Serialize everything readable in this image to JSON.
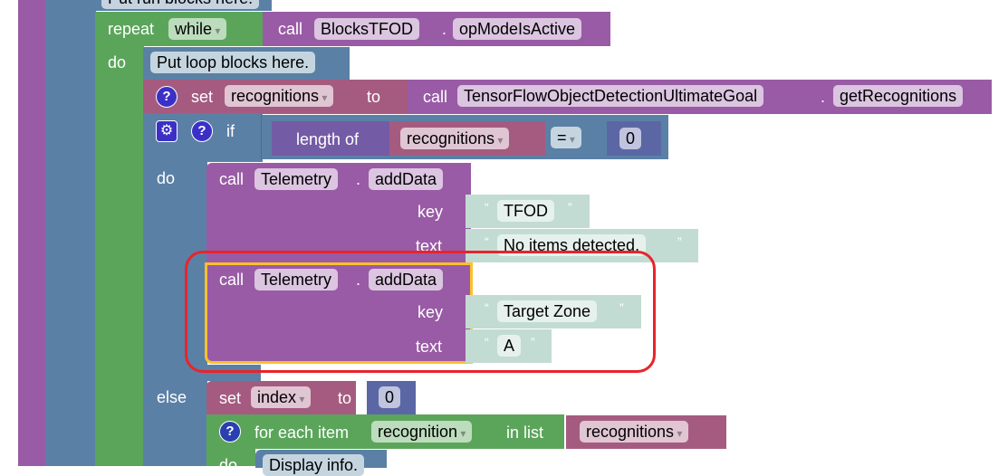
{
  "blocks": {
    "run_comment": "Put run blocks here.",
    "repeat": {
      "label": "repeat",
      "mode": "while",
      "do": "do"
    },
    "op_mode_call": {
      "call": "call",
      "object": "BlocksTFOD",
      "dot": ".",
      "method": "opModeIsActive"
    },
    "loop_comment": "Put loop blocks here.",
    "set_recognitions": {
      "set": "set",
      "var": "recognitions",
      "to": "to",
      "call": "call",
      "object": "TensorFlowObjectDetectionUltimateGoal",
      "dot": ".",
      "method": "getRecognitions"
    },
    "if_block": {
      "if": "if",
      "length_of": "length of",
      "var": "recognitions",
      "op": "=",
      "value": "0",
      "do": "do",
      "else": "else"
    },
    "telemetry1": {
      "call": "call",
      "object": "Telemetry",
      "dot": ".",
      "method": "addData",
      "key_label": "key",
      "key": "TFOD",
      "text_label": "text",
      "text": "No items detected."
    },
    "telemetry2": {
      "call": "call",
      "object": "Telemetry",
      "dot": ".",
      "method": "addData",
      "key_label": "key",
      "key": "Target Zone",
      "text_label": "text",
      "text": "A"
    },
    "set_index": {
      "set": "set",
      "var": "index",
      "to": "to",
      "value": "0"
    },
    "for_each": {
      "label": "for each item",
      "var": "recognition",
      "in_list": "in list",
      "list": "recognitions",
      "do": "do"
    },
    "display_comment": "Display info."
  },
  "colors": {
    "highlight": "#e8242b",
    "selected": "#fbc02d"
  }
}
